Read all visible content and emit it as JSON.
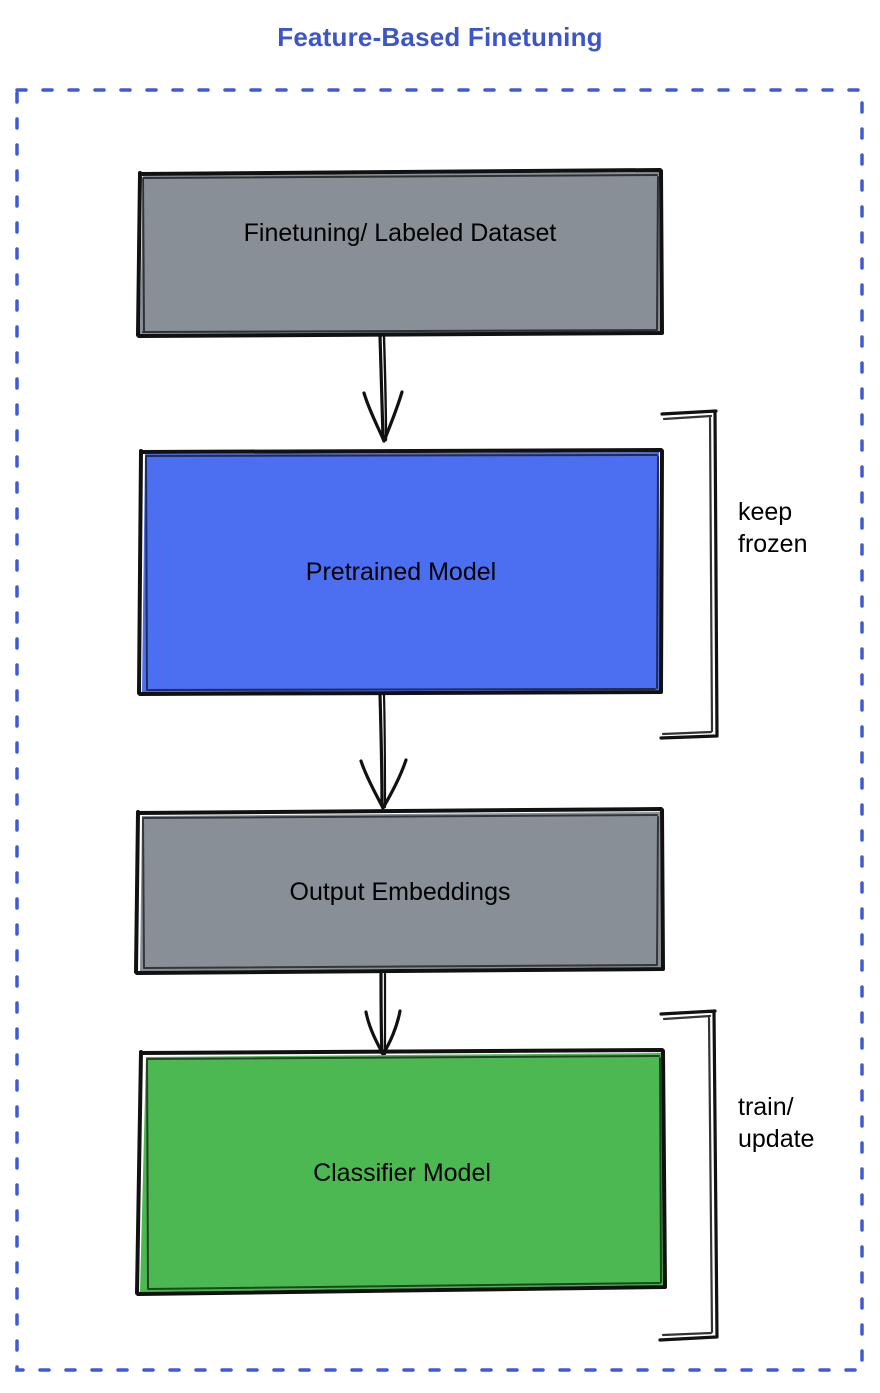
{
  "title": "Feature-Based Finetuning",
  "colors": {
    "title_blue": "#3c55c8",
    "border_dashed_blue": "#3f5bd4",
    "gray_fill": "#888f97",
    "blue_fill": "#4c6ef0",
    "green_fill": "#4cb851",
    "stroke_black": "#111111",
    "text_black": "#000000",
    "background": "#ffffff"
  },
  "container": {
    "name": "dashed-region",
    "style": "dashed",
    "color": "#3f5bd4"
  },
  "nodes": [
    {
      "id": "dataset",
      "label": "Finetuning/ Labeled Dataset",
      "fill": "#888f97",
      "shape": "rectangle"
    },
    {
      "id": "pretrained",
      "label": "Pretrained Model",
      "fill": "#4c6ef0",
      "shape": "rectangle"
    },
    {
      "id": "embeddings",
      "label": "Output Embeddings",
      "fill": "#888f97",
      "shape": "rectangle"
    },
    {
      "id": "classifier",
      "label": "Classifier Model",
      "fill": "#4cb851",
      "shape": "rectangle"
    }
  ],
  "annotations": [
    {
      "id": "keep-frozen",
      "line1": "keep",
      "line2": "frozen",
      "text": "keep\nfrozen",
      "bracket": "right-brace",
      "targets": [
        "pretrained"
      ]
    },
    {
      "id": "train-update",
      "line1": "train/",
      "line2": "update",
      "text": "train/\nupdate",
      "bracket": "right-brace",
      "targets": [
        "classifier"
      ]
    }
  ],
  "edges": [
    {
      "id": "edge-dataset-pretrained",
      "from": "dataset",
      "to": "pretrained",
      "arrow": "down"
    },
    {
      "id": "edge-pretrained-embeddings",
      "from": "pretrained",
      "to": "embeddings",
      "arrow": "down"
    },
    {
      "id": "edge-embeddings-classifier",
      "from": "embeddings",
      "to": "classifier",
      "arrow": "down"
    }
  ]
}
